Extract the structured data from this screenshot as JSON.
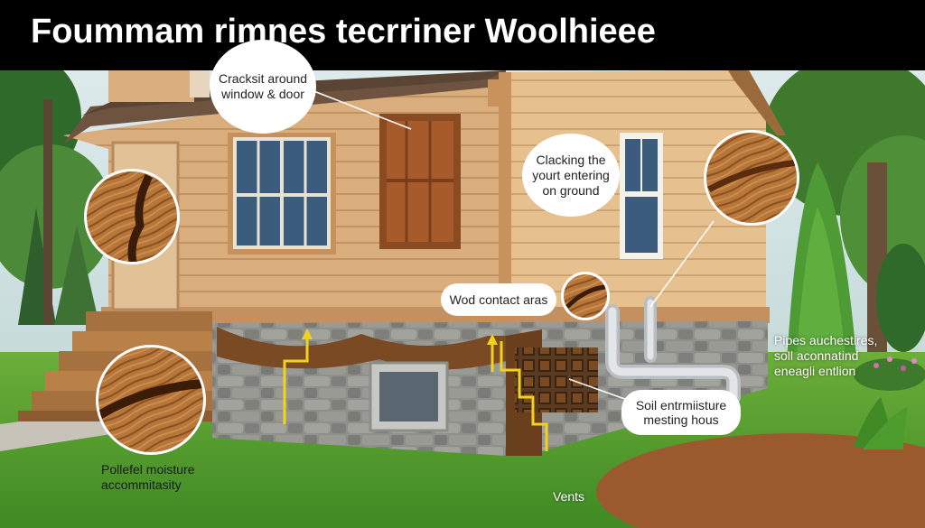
{
  "title": "Foummam rimnes tecrriner Woolhieee",
  "labels": {
    "cracks_window_door": [
      "Cracksit around",
      "window & door"
    ],
    "cracking_ground": [
      "Clacking the",
      "yourt entering",
      "on ground"
    ],
    "wood_contact": "Wod contact aras",
    "pipes": [
      "Pipes auchestires,",
      "soll aconnatind",
      "eneagli entlion"
    ],
    "soil_moisture": [
      "Soil entrmiisture",
      "mesting hous"
    ],
    "moisture_accumulation": [
      "Pollefel moisture",
      "accommitasity"
    ],
    "vents": "Vents"
  },
  "icons": [
    "house-illustration",
    "wood-crack-closeup",
    "termite-damage-closeup",
    "pipe-illustration",
    "vent-grate",
    "crawlspace-lattice"
  ],
  "colors": {
    "title_bg": "#000000",
    "title_text": "#ffffff",
    "siding": "#d9ae7c",
    "foundation": "#8e8e8a",
    "grass": "#4f9a2e",
    "callout_arrow": "#f2d21b",
    "wood": "#a0622a"
  }
}
